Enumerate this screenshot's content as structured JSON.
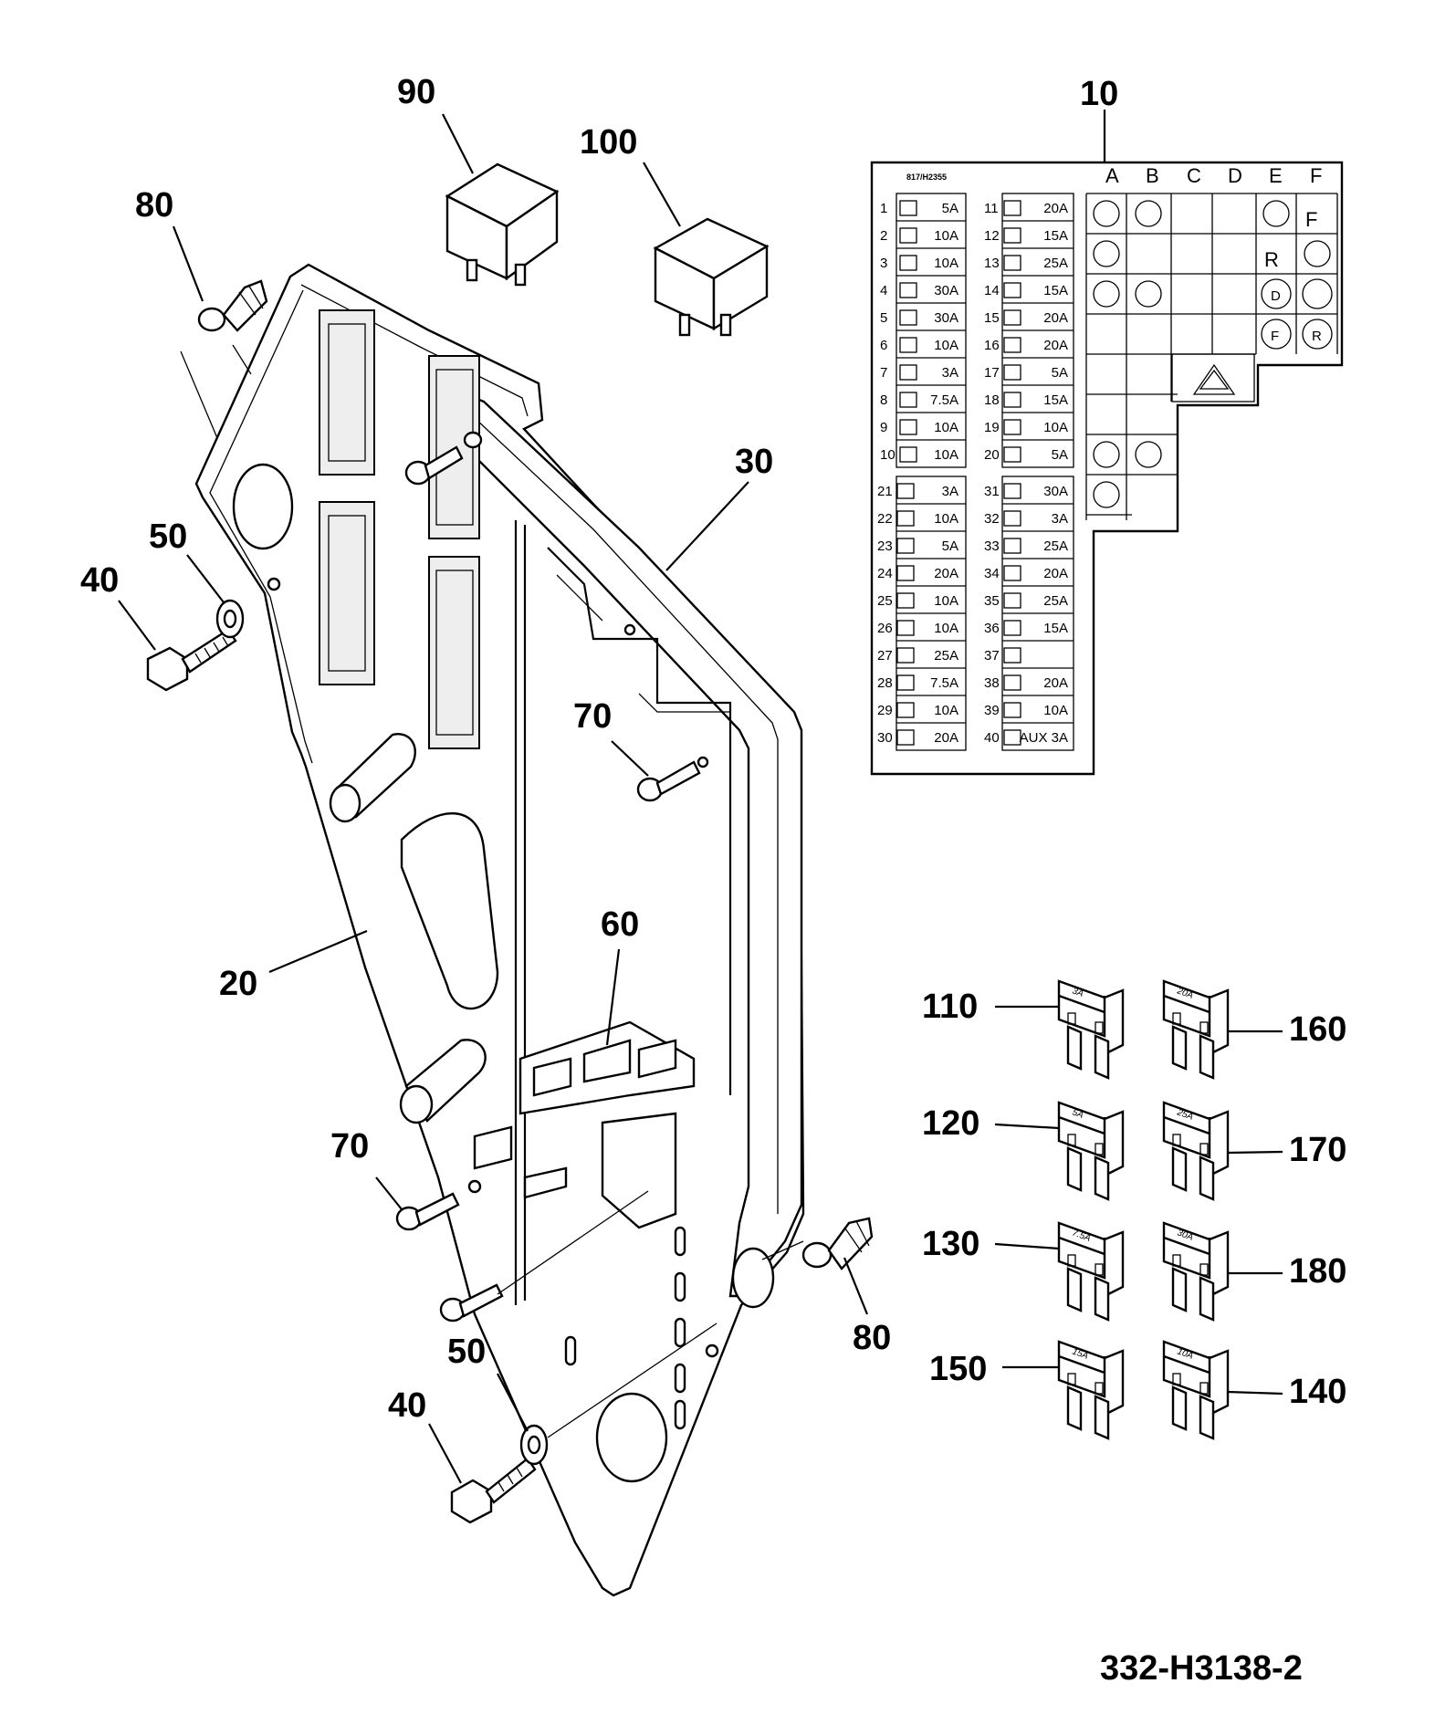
{
  "callouts": {
    "c10": "10",
    "c20": "20",
    "c30": "30",
    "c40a": "40",
    "c40b": "40",
    "c50a": "50",
    "c50b": "50",
    "c60": "60",
    "c70a": "70",
    "c70b": "70",
    "c80a": "80",
    "c80b": "80",
    "c90": "90",
    "c100": "100",
    "c110": "110",
    "c120": "120",
    "c130": "130",
    "c140": "140",
    "c150": "150",
    "c160": "160",
    "c170": "170",
    "c180": "180"
  },
  "drawing_code": "332-H3138-2",
  "label_card": {
    "ref": "817/H2355",
    "relay_columns": [
      "A",
      "B",
      "C",
      "D",
      "E",
      "F"
    ],
    "fuses": [
      {
        "n": "1",
        "amp": "5A"
      },
      {
        "n": "2",
        "amp": "10A"
      },
      {
        "n": "3",
        "amp": "10A"
      },
      {
        "n": "4",
        "amp": "30A"
      },
      {
        "n": "5",
        "amp": "30A"
      },
      {
        "n": "6",
        "amp": "10A"
      },
      {
        "n": "7",
        "amp": "3A"
      },
      {
        "n": "8",
        "amp": "7.5A"
      },
      {
        "n": "9",
        "amp": "10A"
      },
      {
        "n": "10",
        "amp": "10A"
      },
      {
        "n": "11",
        "amp": "20A"
      },
      {
        "n": "12",
        "amp": "15A"
      },
      {
        "n": "13",
        "amp": "25A"
      },
      {
        "n": "14",
        "amp": "15A"
      },
      {
        "n": "15",
        "amp": "20A"
      },
      {
        "n": "16",
        "amp": "20A"
      },
      {
        "n": "17",
        "amp": "5A"
      },
      {
        "n": "18",
        "amp": "15A"
      },
      {
        "n": "19",
        "amp": "10A"
      },
      {
        "n": "20",
        "amp": "5A"
      },
      {
        "n": "21",
        "amp": "3A"
      },
      {
        "n": "22",
        "amp": "10A"
      },
      {
        "n": "23",
        "amp": "5A"
      },
      {
        "n": "24",
        "amp": "20A"
      },
      {
        "n": "25",
        "amp": "10A"
      },
      {
        "n": "26",
        "amp": "10A"
      },
      {
        "n": "27",
        "amp": "25A"
      },
      {
        "n": "28",
        "amp": "7.5A"
      },
      {
        "n": "29",
        "amp": "10A"
      },
      {
        "n": "30",
        "amp": "20A"
      },
      {
        "n": "31",
        "amp": "30A"
      },
      {
        "n": "32",
        "amp": "3A"
      },
      {
        "n": "33",
        "amp": "25A"
      },
      {
        "n": "34",
        "amp": "20A"
      },
      {
        "n": "35",
        "amp": "25A"
      },
      {
        "n": "36",
        "amp": "15A"
      },
      {
        "n": "37",
        "amp": ""
      },
      {
        "n": "38",
        "amp": "20A"
      },
      {
        "n": "39",
        "amp": "10A"
      },
      {
        "n": "40",
        "amp": "AUX 3A"
      }
    ],
    "relay_letters": {
      "f": "F",
      "r": "R",
      "d": "D",
      "e_f": "F",
      "e_r": "R"
    }
  },
  "fuse_blades": {
    "f110": "3A",
    "f120": "5A",
    "f130": "7.5A",
    "f150": "15A",
    "f160": "20A",
    "f170": "25A",
    "f180": "30A",
    "f140": "10A"
  }
}
